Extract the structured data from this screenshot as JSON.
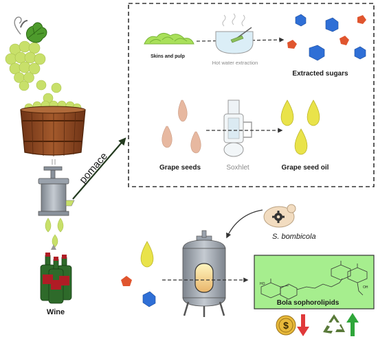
{
  "labels": {
    "skins_pulp": "Skins and pulp",
    "hot_water": "Hot water extraction",
    "extracted_sugars": "Extracted sugars",
    "grape_seeds": "Grape seeds",
    "soxhlet": "Soxhlet",
    "grape_seed_oil": "Grape seed oil",
    "pomace": "pomace",
    "wine": "Wine",
    "microbe": "S. bombicola",
    "product": "Bola sophorolipids"
  },
  "indicators": {
    "cost_symbol": "$",
    "cost_trend": "down",
    "sustainability_trend": "up"
  },
  "colors": {
    "grape_green": "#c8e06a",
    "grape_dark": "#9cc43a",
    "leaf": "#4e9b2c",
    "barrel_brown": "#8b4a24",
    "press_grey": "#9aa2ac",
    "sugar_blue": "#2f6fd6",
    "sugar_red": "#e0552e",
    "oil_yellow": "#e9e34a",
    "seed_peach": "#e7b8a0",
    "product_green": "#a6ee8e",
    "arrow_dark": "#234221",
    "down_red": "#e0393a",
    "up_green": "#2fa63a"
  }
}
